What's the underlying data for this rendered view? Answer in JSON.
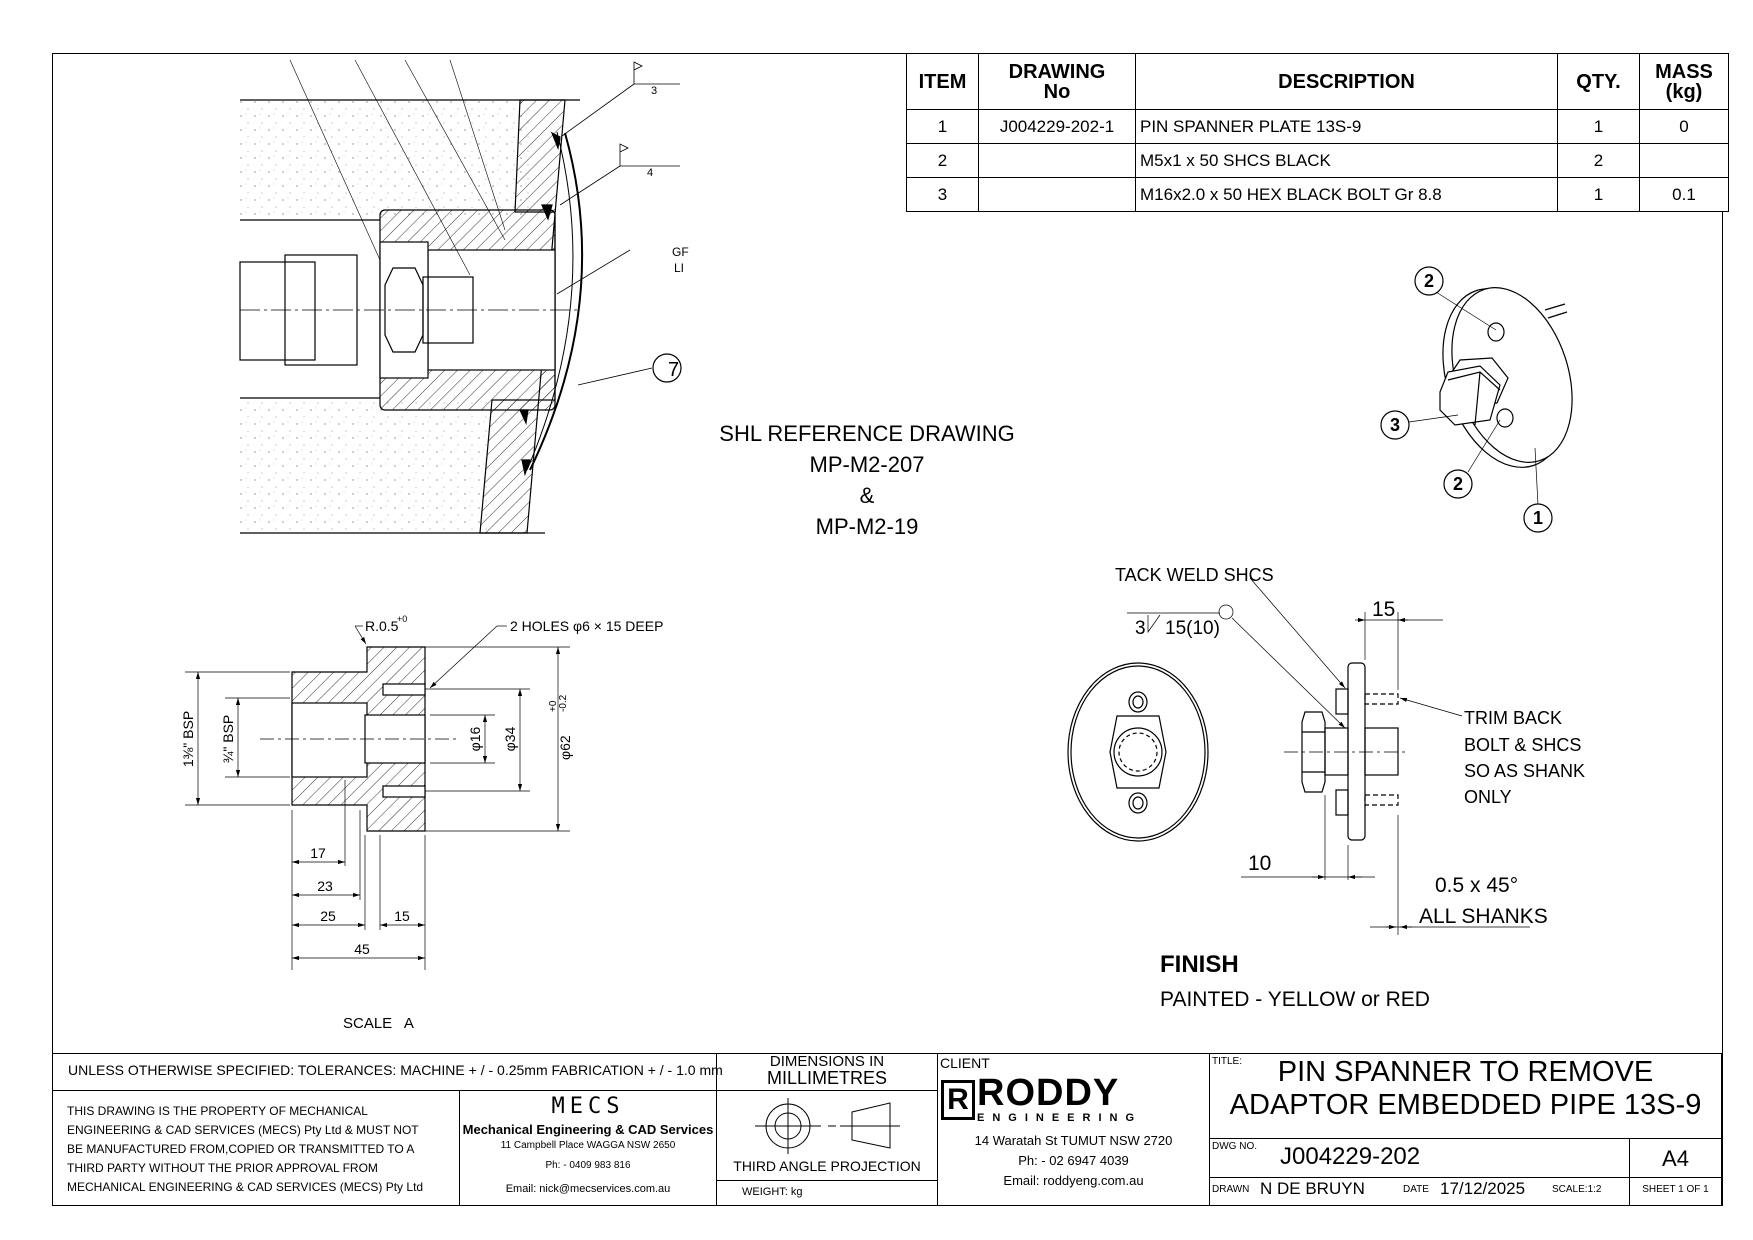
{
  "bom": {
    "headers": {
      "item": "ITEM",
      "drawing_no_1": "DRAWING",
      "drawing_no_2": "No",
      "description": "DESCRIPTION",
      "qty": "QTY.",
      "mass_1": "MASS",
      "mass_2": "(kg)"
    },
    "rows": [
      {
        "item": "1",
        "drawing_no": "J004229-202-1",
        "description": "PIN SPANNER PLATE 13S-9",
        "qty": "1",
        "mass": "0"
      },
      {
        "item": "2",
        "drawing_no": "",
        "description": "M5x1 x 50 SHCS BLACK",
        "qty": "2",
        "mass": ""
      },
      {
        "item": "3",
        "drawing_no": "",
        "description": "M16x2.0 x 50 HEX BLACK BOLT Gr 8.8",
        "qty": "1",
        "mass": "0.1"
      }
    ]
  },
  "reference": {
    "line1": "SHL REFERENCE DRAWING",
    "line2": "MP-M2-207",
    "line3": "&",
    "line4": "MP-M2-19"
  },
  "section_view": {
    "weld1": "3",
    "weld2": "4",
    "label_cut1": "GF",
    "label_cut2": "LI",
    "balloon": "7"
  },
  "scale_view": {
    "radius_note": "R.0.5",
    "radius_tol": "+0",
    "holes_note": "2 HOLES φ6 × 15 DEEP",
    "dims": {
      "d17": "17",
      "d23": "23",
      "d25": "25",
      "d15": "15",
      "d45": "45",
      "bsp_large": "1⅜\" BSP",
      "bsp_small": "¾\" BSP",
      "dia16": "φ16",
      "dia34": "φ34",
      "dia62": "φ62",
      "dia62_tol_upper": "+0",
      "dia62_tol_lower": "-0.2"
    },
    "caption": "SCALE   A"
  },
  "assembly": {
    "balloons": [
      "2",
      "3",
      "2",
      "1"
    ],
    "tack_weld": "TACK WELD SHCS",
    "weld_size": "3",
    "weld_length": "15(10)",
    "dim_15": "15",
    "dim_10": "10",
    "chamfer": "0.5 x 45°",
    "chamfer_note": "ALL SHANKS",
    "trim_note": [
      "TRIM BACK",
      "BOLT & SHCS",
      "SO AS SHANK",
      "ONLY"
    ]
  },
  "finish": {
    "title": "FINISH",
    "text": "PAINTED - YELLOW or RED"
  },
  "title_block": {
    "tolerances": "UNLESS OTHERWISE SPECIFIED: TOLERANCES: MACHINE + / - 0.25mm  FABRICATION + / - 1.0 mm",
    "units_1": "DIMENSIONS IN",
    "units_2": "MILLIMETRES",
    "property_notice": [
      "THIS DRAWING IS THE PROPERTY OF MECHANICAL",
      "ENGINEERING & CAD SERVICES (MECS) Pty Ltd & MUST NOT",
      "BE MANUFACTURED FROM,COPIED OR TRANSMITTED TO A",
      "THIRD PARTY WITHOUT THE PRIOR APPROVAL FROM",
      "MECHANICAL ENGINEERING & CAD SERVICES (MECS) Pty Ltd"
    ],
    "mecs": {
      "logo": "MECS",
      "name": "Mechanical Engineering & CAD Services",
      "address": "11 Campbell Place WAGGA NSW 2650",
      "phone": "Ph: - 0409 983 816",
      "email": "Email: nick@mecservices.com.au"
    },
    "projection": "THIRD ANGLE PROJECTION",
    "weight": "WEIGHT: kg",
    "client_label": "CLIENT",
    "client": {
      "logo_main": "RODDY",
      "logo_sub": "ENGINEERING",
      "address": "14 Waratah St TUMUT NSW 2720",
      "phone": "Ph: - 02 6947 4039",
      "email": "Email: roddyeng.com.au"
    },
    "title_label": "TITLE:",
    "title_1": "PIN SPANNER TO REMOVE",
    "title_2": "ADAPTOR EMBEDDED PIPE 13S-9",
    "dwg_no_label": "DWG NO.",
    "dwg_no": "J004229-202",
    "size": "A4",
    "drawn_label": "DRAWN",
    "drawn_by": "N DE BRUYN",
    "date_label": "DATE",
    "date": "17/12/2025",
    "scale": "SCALE:1:2",
    "sheet": "SHEET 1 OF 1"
  }
}
